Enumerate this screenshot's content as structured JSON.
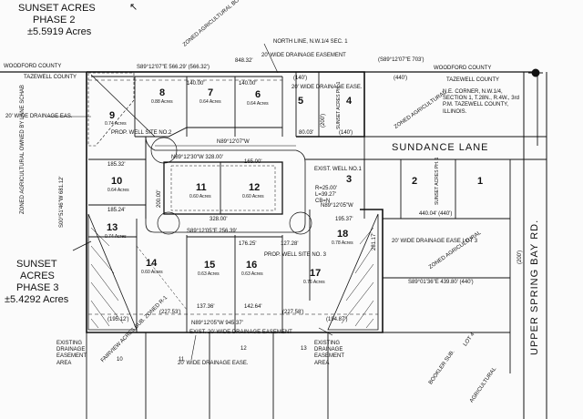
{
  "phase2": {
    "line1": "SUNSET ACRES",
    "line2": "PHASE 2",
    "line3": "±5.5919 Acres"
  },
  "phase3": {
    "line1": "SUNSET",
    "line2": "ACRES",
    "line3": "PHASE 3",
    "line4": "±5.4292 Acres"
  },
  "county": {
    "woodford": "WOODFORD COUNTY",
    "tazewell": "TAZEWELL COUNTY",
    "woodford_r": "WOODFORD COUNTY",
    "tazewell_r": "TAZEWELL COUNTY"
  },
  "roads": {
    "sundance": "SUNDANCE LANE",
    "upper_spring_bay": "UPPER SPRING BAY RD."
  },
  "north_line": {
    "line1": "NORTH LINE, N.W.1/4 SEC. 1",
    "line2": "20' WIDE DRAINAGE EASEMENT"
  },
  "bearings": {
    "top_outer": "S89°12'07\"E  566.29' (566.32')",
    "top_right": "848.32'",
    "top_far": "(S89°12'07\"E  703')",
    "inner": "N89°12'07\"W",
    "block_top": "N89°12'30\"W  328.00'",
    "block_bottom": "328.00'",
    "lower": "S89°12'05\"E  256.39'",
    "lower2": "N89°12'05\"W  945.37'",
    "right_lower": "N89°12'05\"W",
    "far_right": "S89°01'36\"E  439.80'  (440')",
    "far_right2": "440.04'   (440')",
    "left_vert": "S00°51'46\"W  681.12'"
  },
  "lots": [
    {
      "n": "8",
      "a": "0.88 Acres"
    },
    {
      "n": "7",
      "a": "0.64 Acres"
    },
    {
      "n": "6",
      "a": "0.64 Acres"
    },
    {
      "n": "5",
      "a": ""
    },
    {
      "n": "4",
      "a": "SUNSET ACRES PH. 1"
    },
    {
      "n": "9",
      "a": "0.74 Acres"
    },
    {
      "n": "10",
      "a": "0.64 Acres"
    },
    {
      "n": "11",
      "a": "0.60 Acres"
    },
    {
      "n": "12",
      "a": "0.60 Acres"
    },
    {
      "n": "3",
      "a": ""
    },
    {
      "n": "2",
      "a": "SUNSET ACRES PH. 1"
    },
    {
      "n": "1",
      "a": ""
    },
    {
      "n": "13",
      "a": "0.74 Acres"
    },
    {
      "n": "14",
      "a": "0.60 Acres"
    },
    {
      "n": "15",
      "a": "0.63 Acres"
    },
    {
      "n": "16",
      "a": "0.63 Acres"
    },
    {
      "n": "17",
      "a": "0.76 Acres"
    },
    {
      "n": "18",
      "a": "0.78 Acres"
    }
  ],
  "notes": {
    "drainage_left": "20' WIDE DRAINAGE EAS.",
    "drainage_5": "20' WIDE DRAINAGE EASE.",
    "prop_well2": "PROP. WELL SITE NO.2",
    "prop_well3": "PROP. WELL SITE NO. 3",
    "exist_well": "EXIST. WELL NO.1",
    "zoned_ag_left": "ZONED AGRICULTURAL OWNED BY LANE SCHAB",
    "zoned_ag_top": "ZONED AGRICULTURAL BOOKLER'S FARMS",
    "zoned_ag_right": "ZONED AGRICULTURAL",
    "zoned_ag_right2": "ZONED AGRICULTURAL",
    "ne_corner": "N.E. CORNER, N.W.1/4, SECTION 1, T.28N., R.4W., 3rd P.M. TAZEWELL COUNTY, ILLINOIS.",
    "drainage_lot3": "20' WIDE DRAINAGE EASE LOT 3",
    "exist_drain_left": "EXISTING DRAINAGE EASEMENT AREA",
    "exist_drain_right": "EXISTING DRAINAGE EASEMENT AREA",
    "exist_20_bottom": "EXIST. 20' WIDE DRAINAGE EASEMENT",
    "drainage_bottom": "20' WIDE DRAINAGE EASE.",
    "fairview": "FAIRVIEW ACRES SUB. ZONED R-1",
    "bookler": "BOOKLER SUB.",
    "lot4": "LOT 4",
    "agricultural": "AGRICULTURAL",
    "dim_140": "140.00'",
    "dim_140p": "(140')",
    "dim_200p": "(200')",
    "dim_440p": "(440')",
    "dim_8003": "80.03'",
    "dim_16500": "165.00'",
    "dim_18532": "185.32'",
    "dim_18524": "185.24'",
    "dim_17625": "176.25'",
    "dim_13736": "137.36'",
    "dim_14264": "142.64'",
    "dim_19512": "(195.12')",
    "dim_19487": "(194.87')",
    "dim_22753": "(227.53')",
    "dim_22758": "(227.58')",
    "dim_20000": "200.00'",
    "dim_19537": "195.37'",
    "dim_12728": "127.28'",
    "dim_28117": "281.17'",
    "lower_nums": [
      "10",
      "11",
      "12",
      "13"
    ],
    "curve": "R=25.00' L=39.27' CB=N"
  }
}
